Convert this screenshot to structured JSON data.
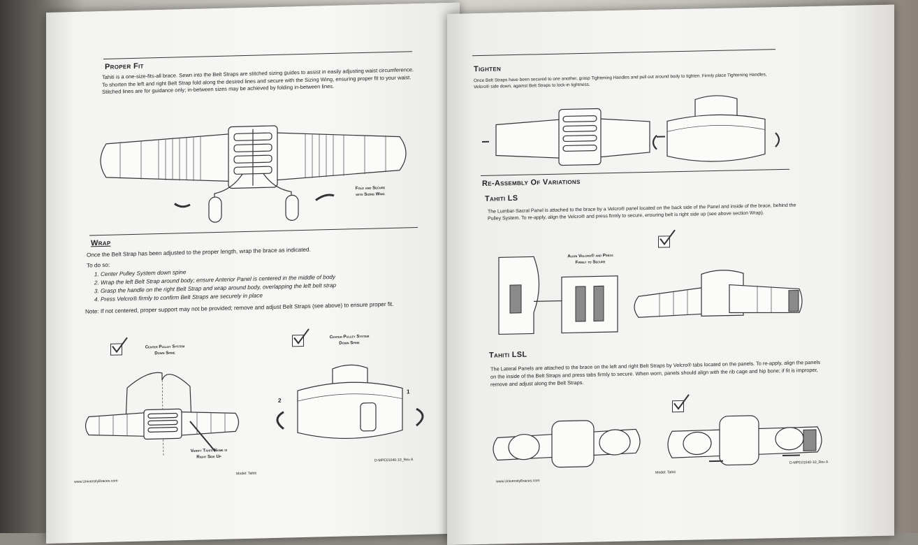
{
  "left_page": {
    "proper_fit": {
      "title": "Proper Fit",
      "text": "Tahiti is a one-size-fits-all brace.  Sewn into the Belt Straps are stitched sizing guides to assist in easily adjusting waist circumference.  To shorten the left and right Belt Strap fold along the desired lines and secure with the Sizing Wing, ensuring proper fit to your waist. Stitched lines are for guidance only; in-between sizes may be achieved by folding in-between lines.",
      "fold_label_1": "Fold and Secure",
      "fold_label_2": "with Sizing Wing"
    },
    "wrap": {
      "title": "Wrap",
      "intro": "Once the Belt Strap has been adjusted to the proper length, wrap the brace as indicated.",
      "todo": "To do so:",
      "steps": [
        "Center Pulley System down spine",
        "Wrap the left Belt Strap around body; ensure Anterior Panel is centered in the middle of body",
        "Grasp the handle on the right Belt Strap and wrap around body, overlapping the left belt strap",
        "Press Velcro® firmly to confirm Belt Straps are securely in place"
      ],
      "note": "Note: If not centered, proper support may not be provided; remove and adjust Belt Straps (see above) to ensure proper fit.",
      "label_center_1a": "Center Pulley System",
      "label_center_1b": "Down Spine",
      "label_center_2a": "Center Pulley System",
      "label_center_2b": "Down Spine",
      "label_verify_a": "Verify Tahiti Name is",
      "label_verify_b": "Right Side Up",
      "num_2": "2",
      "num_1": "1"
    },
    "footer": {
      "website": "www.UniversityBraces.com",
      "model": "Model: Tahiti",
      "doc_id": "D-MPE01040-10_Rev A"
    }
  },
  "right_page": {
    "tighten": {
      "title": "Tighten",
      "text": "Once Belt Straps have been secured to one another, grasp Tightening Handles and pull out around body to tighten.  Firmly place Tightening Handles, Velcro® side down, against Belt Straps to lock-in tightness."
    },
    "reassembly": {
      "title": "Re-Assembly Of Variations"
    },
    "ls": {
      "title": "Tahiti LS",
      "text": "The Lumbar-Sacral Panel is attached to the brace by a Velcro® panel located on the back side of the Panel and inside of the brace, behind the Pulley System.  To re-apply, align the Velcro® and press firmly to secure, ensuring belt is right side up (see above section Wrap).",
      "label_a": "Align Velcro® and Press",
      "label_b": "Firmly to Secure"
    },
    "lsl": {
      "title": "Tahiti LSL",
      "text": "The Lateral Panels are attached to the brace on the left and right Belt Straps by Velcro® tabs located on the panels. To re-apply, align the panels on the inside of the Belt Straps and press tabs firmly to secure. When worn, panels should align with the rib cage and hip bone; if fit is improper, remove and adjust along the Belt Straps."
    },
    "footer": {
      "website": "www.UniversityBraces.com",
      "model": "Model: Tahiti",
      "doc_id": "D-MPE01040-10_Rev A"
    }
  }
}
